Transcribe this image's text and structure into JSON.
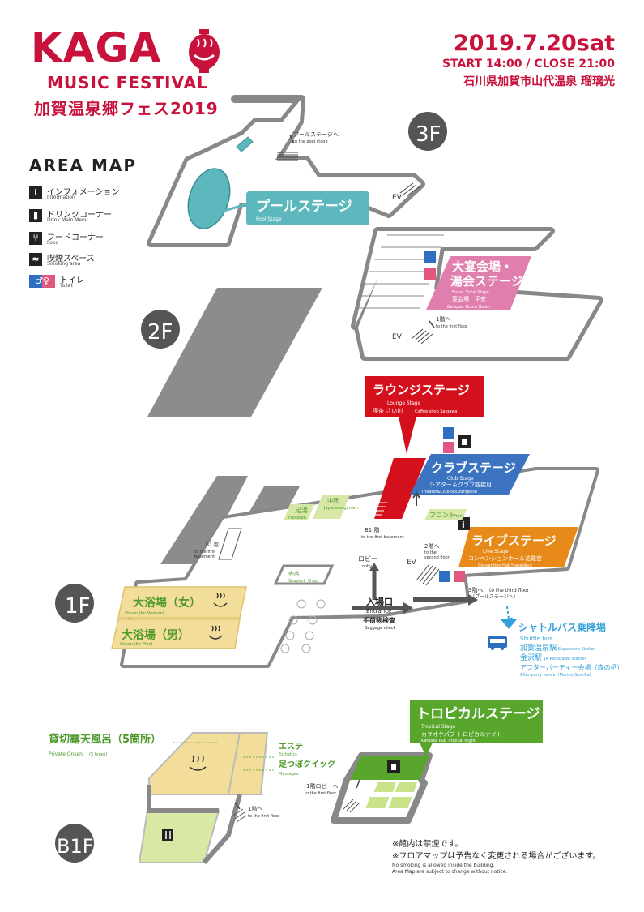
{
  "header": {
    "logo_main": "KAGA",
    "logo_sub": "MUSIC FESTIVAL",
    "logo_jp": "加賀温泉郷フェス2019",
    "date": "2019.7.20sat",
    "time": "START 14:00 / CLOSE 21:00",
    "venue": "石川県加賀市山代温泉 瑠璃光"
  },
  "legend": {
    "title": "AREA MAP",
    "items": [
      {
        "icon": "i",
        "label": "インフォメーション",
        "en": "Information"
      },
      {
        "icon": "D",
        "label": "ドリンクコーナー",
        "en": "Drink Main Menu"
      },
      {
        "icon": "F",
        "label": "フードコーナー",
        "en": "Food"
      },
      {
        "icon": "S",
        "label": "喫煙スペース",
        "en": "Smoking area"
      },
      {
        "icon": "T",
        "label": "トイレ",
        "en": "Toilet"
      }
    ]
  },
  "floors": {
    "f3": {
      "label": "3F",
      "pool_stage": "プールステージ",
      "pool_stage_en": "Pool Stage",
      "to_pool": "プールステージへ",
      "to_pool_en": "to the pool stage",
      "ev": "EV"
    },
    "f2": {
      "label": "2F",
      "banquet_stage": "大宴会場・湯会ステージ",
      "banquet_line1": "大宴会場・",
      "banquet_line2": "湯会ステージ",
      "banquet_en": "Enkai, Yukai Stage",
      "banquet_jp2": "宴会場　平安",
      "banquet_en2": "Banquet Room Heian",
      "to_1f": "1階へ",
      "to_1f_en": "to the first floor",
      "ev": "EV"
    },
    "f1": {
      "label": "1F",
      "lounge_stage": "ラウンジステージ",
      "lounge_en": "Lounge Stage",
      "lounge_sub": "喫茶 さい川",
      "lounge_sub_en": "Coffee shop Saigawa",
      "club_stage": "クラブステージ",
      "club_en": "Club Stage",
      "club_sub": "シアター＆クラブ能猩月",
      "club_sub_en": "Theater&Club Nouzangetsu",
      "live_stage": "ライブステージ",
      "live_en": "Live Stage",
      "live_sub": "コンベンションホール花離宮",
      "live_sub_en": "Convention Hall Hanarikyu",
      "footbath": "足湯",
      "footbath_en": "Footbath",
      "garden": "中庭",
      "garden_en": "Japanese garden",
      "front": "フロント",
      "front_en": "Front",
      "b1_stairs": "B1 階",
      "b1_stairs_en": "to the first basement",
      "b1_left": "B1 階",
      "b1_left_en1": "to the first",
      "b1_left_en2": "basement",
      "to_2f": "2階へ",
      "to_2f_en1": "to the",
      "to_2f_en2": "second floor",
      "lobby": "ロビー",
      "lobby_en": "Lobby",
      "ev": "EV",
      "shop": "売店",
      "shop_en": "Souvenir Shop",
      "to_3f": "3階へ",
      "to_3f_en": "to the third floor",
      "to_3f_note": "（プールステージへ）",
      "entrance": "入場口",
      "entrance_en": "Entrance",
      "baggage": "手荷物検査",
      "baggage_en": "Baggage check",
      "onsen_women": "大浴場（女）",
      "onsen_women_en": "Onsen (for Women)",
      "onsen_men": "大浴場（男）",
      "onsen_men_en": "Onsen (for Men)",
      "shuttle": "シャトルバス乗降場",
      "shuttle_en": "Shuttle bus",
      "dest1": "加賀温泉駅",
      "dest1_en": "JR Kagaonsen Station",
      "dest2": "金沢駅",
      "dest2_en": "JR Kanazawa Station",
      "dest3": "アフターパーティー会場（森の栖）",
      "dest3_en": "After-party venve（Morino Sumika）"
    },
    "b1f": {
      "label": "B1F",
      "private_onsen": "貸切露天風呂（5箇所）",
      "private_onsen_en": "Private Onsen",
      "private_onsen_types": "(5 types)",
      "esthe": "エステ",
      "esthe_en": "Esthetics",
      "massage": "足つぼクイック",
      "massage_en": "Massages",
      "to_1f": "1階へ",
      "to_1f_en": "to the first floor",
      "to_lobby": "1階ロビーへ",
      "to_lobby_en": "to the first floor",
      "tropical_stage": "トロピカルステージ",
      "tropical_en": "Tropical Stage",
      "tropical_sub": "カラオケパブ トロピカルナイト",
      "tropical_sub_en": "Karaoke Pub Tropical Night"
    }
  },
  "notes": {
    "line1": "※館内は禁煙です。",
    "line2": "※フロアマップは予告なく変更される場合がございます。",
    "en1": "No smoking is allowed inside the building.",
    "en2": "Area Map are subject to change without notice."
  },
  "colors": {
    "brand": "#c8123c",
    "pool": "#5cb8bd",
    "banquet": "#e07fae",
    "lounge": "#d4101c",
    "club": "#3b73c0",
    "live": "#e88a1a",
    "onsen": "#f3dd9a",
    "tropical": "#58a62c",
    "green_label": "#4c9a2a",
    "shuttle": "#35a0d8",
    "floor_gray": "#8c8c8c"
  }
}
